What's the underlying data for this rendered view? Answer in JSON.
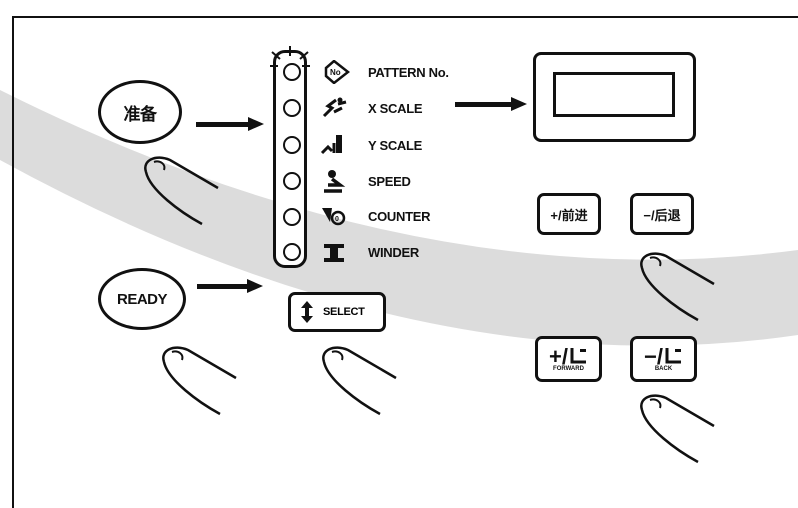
{
  "panel": {
    "prepare_label": "准备",
    "ready_label": "READY",
    "select_label": "SELECT",
    "modes": [
      {
        "label": "PATTERN No.",
        "icon": "pattern-number-icon"
      },
      {
        "label": "X SCALE",
        "icon": "x-scale-icon"
      },
      {
        "label": "Y SCALE",
        "icon": "y-scale-icon"
      },
      {
        "label": "SPEED",
        "icon": "speed-icon"
      },
      {
        "label": "COUNTER",
        "icon": "counter-icon"
      },
      {
        "label": "WINDER",
        "icon": "winder-icon"
      }
    ],
    "plus_advance_label": "+/前进",
    "minus_back_label": "−/后退",
    "plus_forward_label": "FORWARD",
    "minus_back_small_label": "BACK"
  },
  "colors": {
    "ink": "#111111",
    "band": "#d9d9d9",
    "background": "#ffffff"
  }
}
